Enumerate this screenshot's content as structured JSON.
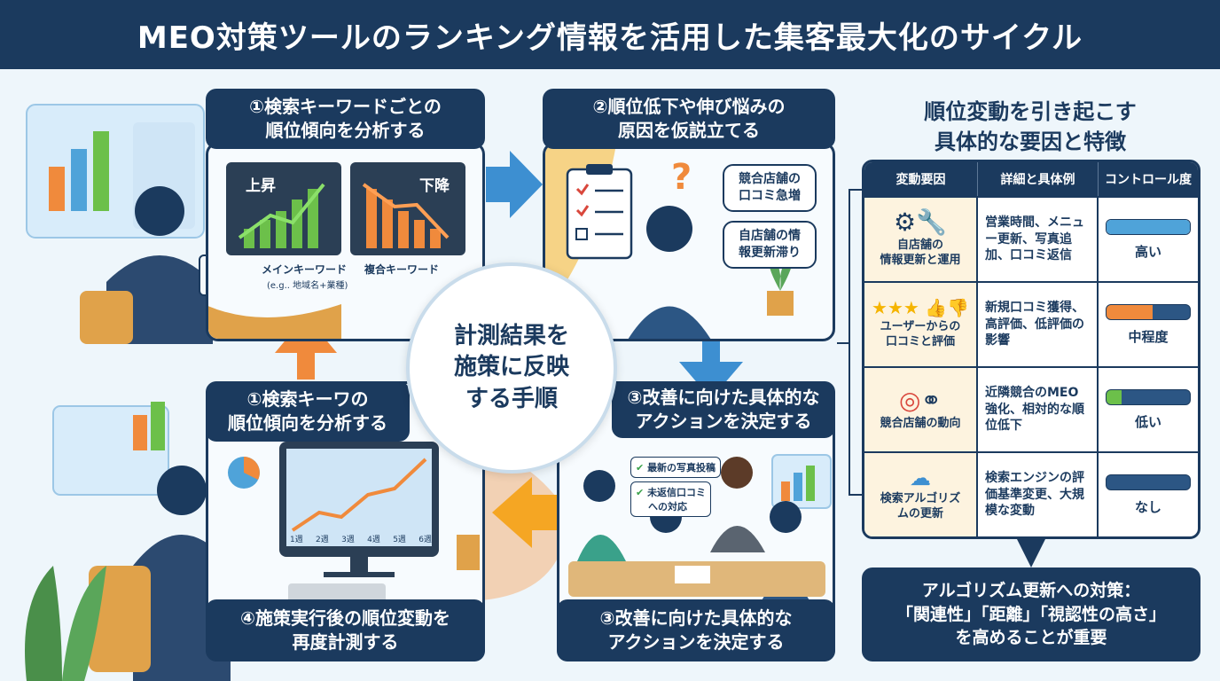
{
  "title": "MEO対策ツールのランキング情報を活用した集客最大化のサイクル",
  "center": {
    "line1": "計測結果を",
    "line2": "施策に反映",
    "line3": "する手順"
  },
  "steps": {
    "s1_top": {
      "line1": "①検索キーワードごとの",
      "line2": "順位傾向を分析する"
    },
    "s2": {
      "line1": "②順位低下や伸び悩みの",
      "line2": "原因を仮説立てる"
    },
    "s3_mid": {
      "line1": "③改善に向けた具体的な",
      "line2": "アクションを決定する"
    },
    "s3_bottom": {
      "line1": "③改善に向けた具体的な",
      "line2": "アクションを決定する"
    },
    "s1_mid": {
      "line1": "①検索キーワの",
      "line2": "順位傾向を分析する"
    },
    "s4": {
      "line1": "④施策実行後の順位変動を",
      "line2": "再度計測する"
    }
  },
  "panel1": {
    "up_label": "上昇",
    "down_label": "下降",
    "main_keyword": "メインキーワード",
    "main_keyword_sub": "(e.g.. 地域名+業種)",
    "compound_keyword": "複合キーワード"
  },
  "panel2": {
    "bubble1_line1": "競合店舗の",
    "bubble1_line2": "口コミ急増",
    "bubble2_line1": "自店舗の情",
    "bubble2_line2": "報更新滞り",
    "question_mark": "?"
  },
  "panel4": {
    "weeks": [
      "1週",
      "2週",
      "3週",
      "4週",
      "5週",
      "6週"
    ]
  },
  "panel3": {
    "check1": "最新の写真投稿",
    "check2_line1": "未返信口コミ",
    "check2_line2": "への対応"
  },
  "right": {
    "heading_line1": "順位変動を引き起こす",
    "heading_line2": "具体的な要因と特徴",
    "headers": [
      "変動要因",
      "詳細と具体例",
      "コントロール度"
    ],
    "rows": [
      {
        "factor_line1": "自店舗の",
        "factor_line2": "情報更新と運用",
        "detail": "営業時間、メニュー更新、写真追加、口コミ返信",
        "control": "高い",
        "level": 1.0,
        "color": "#4fa3d9"
      },
      {
        "factor_line1": "ユーザーからの",
        "factor_line2": "口コミと評価",
        "detail": "新規口コミ獲得、高評価、低評価の影響",
        "control": "中程度",
        "level": 0.55,
        "color": "#f08a3c"
      },
      {
        "factor_line1": "競合店舗の動向",
        "factor_line2": "",
        "detail": "近隣競合のMEO強化、相対的な順位低下",
        "control": "低い",
        "level": 0.18,
        "color": "#6cc04a"
      },
      {
        "factor_line1": "検索アルゴリズ",
        "factor_line2": "ムの更新",
        "detail": "検索エンジンの評価基準変更、大規模な変動",
        "control": "なし",
        "level": 0.0,
        "color": "#2c5684"
      }
    ],
    "note_line1": "アルゴリズム更新への対策：",
    "note_line2": "「関連性」「距離」「視認性の高さ」",
    "note_line3": "を高めることが重要"
  },
  "colors": {
    "navy": "#1b3a5e",
    "orange": "#f08a3c",
    "blue": "#4fa3d9",
    "green": "#6cc04a"
  }
}
